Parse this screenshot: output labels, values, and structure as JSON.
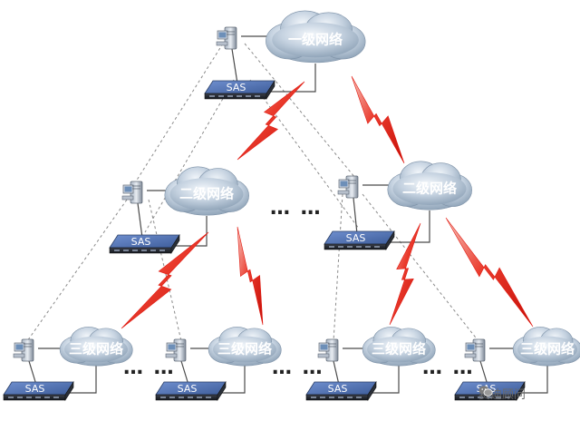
{
  "diagram": {
    "level1_label": "一级网络",
    "level2_label": "二级网络",
    "level3_label": "三级网络",
    "device_label": "SAS",
    "ellipsis": "… …",
    "watermark": "赛迪顾问"
  },
  "colors": {
    "cloud_light": "#dfe8f2",
    "cloud_dark": "#93a8bd",
    "device_top": "#4b6aa8",
    "device_side": "#22385f",
    "link_line": "#4a4a4a",
    "dashed_line": "#8a8a8a",
    "lightning": "#e11b12",
    "lightning_fade": "#f4b2a9"
  }
}
